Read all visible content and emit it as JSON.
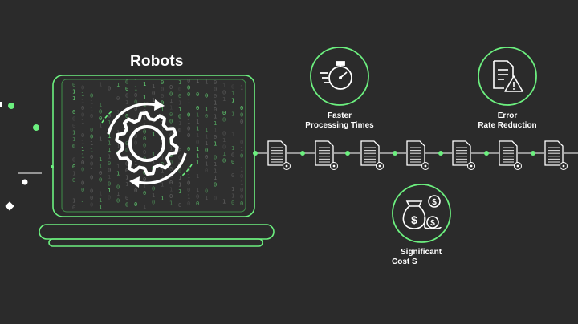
{
  "colors": {
    "background": "#2b2b2b",
    "accent": "#6cf07f",
    "accent_dim": "#3f8f4a",
    "text": "#ffffff",
    "doc": "#d9d9d9"
  },
  "title": "Robots",
  "benefits": {
    "faster": {
      "line1": "Faster",
      "line2": "Processing Times",
      "icon": "stopwatch-icon"
    },
    "error": {
      "line1": "Error",
      "line2": "Rate Reduction",
      "icon": "document-warning-icon"
    },
    "cost": {
      "line1": "Significant",
      "line2": "Cost S",
      "icon": "money-bag-coins-icon"
    }
  },
  "pipeline": {
    "documents": 7,
    "doc_icon": "document-icon",
    "node_icon": "pipeline-node-icon"
  },
  "laptop": {
    "screen_icon": "gear-icon",
    "background": "binary-rain"
  }
}
